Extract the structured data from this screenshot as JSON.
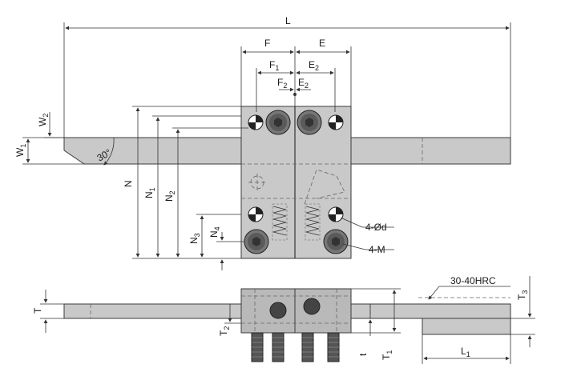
{
  "labels": {
    "L": "L",
    "F": "F",
    "E": "E",
    "F1": "F",
    "F1_sub": "1",
    "E2a": "E",
    "E2a_sub": "2",
    "F2": "F",
    "F2_sub": "2",
    "E2b": "E",
    "E2b_sub": "2",
    "W2": "W",
    "W2_sub": "2",
    "W1": "W",
    "W1_sub": "1",
    "angle": "30°",
    "N": "N",
    "N1": "N",
    "N1_sub": "1",
    "N2": "N",
    "N2_sub": "2",
    "N3": "N",
    "N3_sub": "3",
    "N4": "N",
    "N4_sub": "4",
    "hole_note": "4-Ød",
    "thread_note": "4-M",
    "hardness": "30-40HRC",
    "T": "T",
    "T2": "T",
    "T2_sub": "2",
    "T3": "T",
    "T3_sub": "3",
    "t": "t",
    "T1": "T",
    "T1_sub": "1",
    "L1": "L",
    "L1_sub": "1"
  },
  "colors": {
    "part": "#c9c9c9",
    "line": "#333333",
    "screw": "#555555"
  },
  "icons": {
    "locator_pin": "quartered-circle",
    "screw_head": "hex-socket-circle",
    "spring": "coil-spring"
  }
}
